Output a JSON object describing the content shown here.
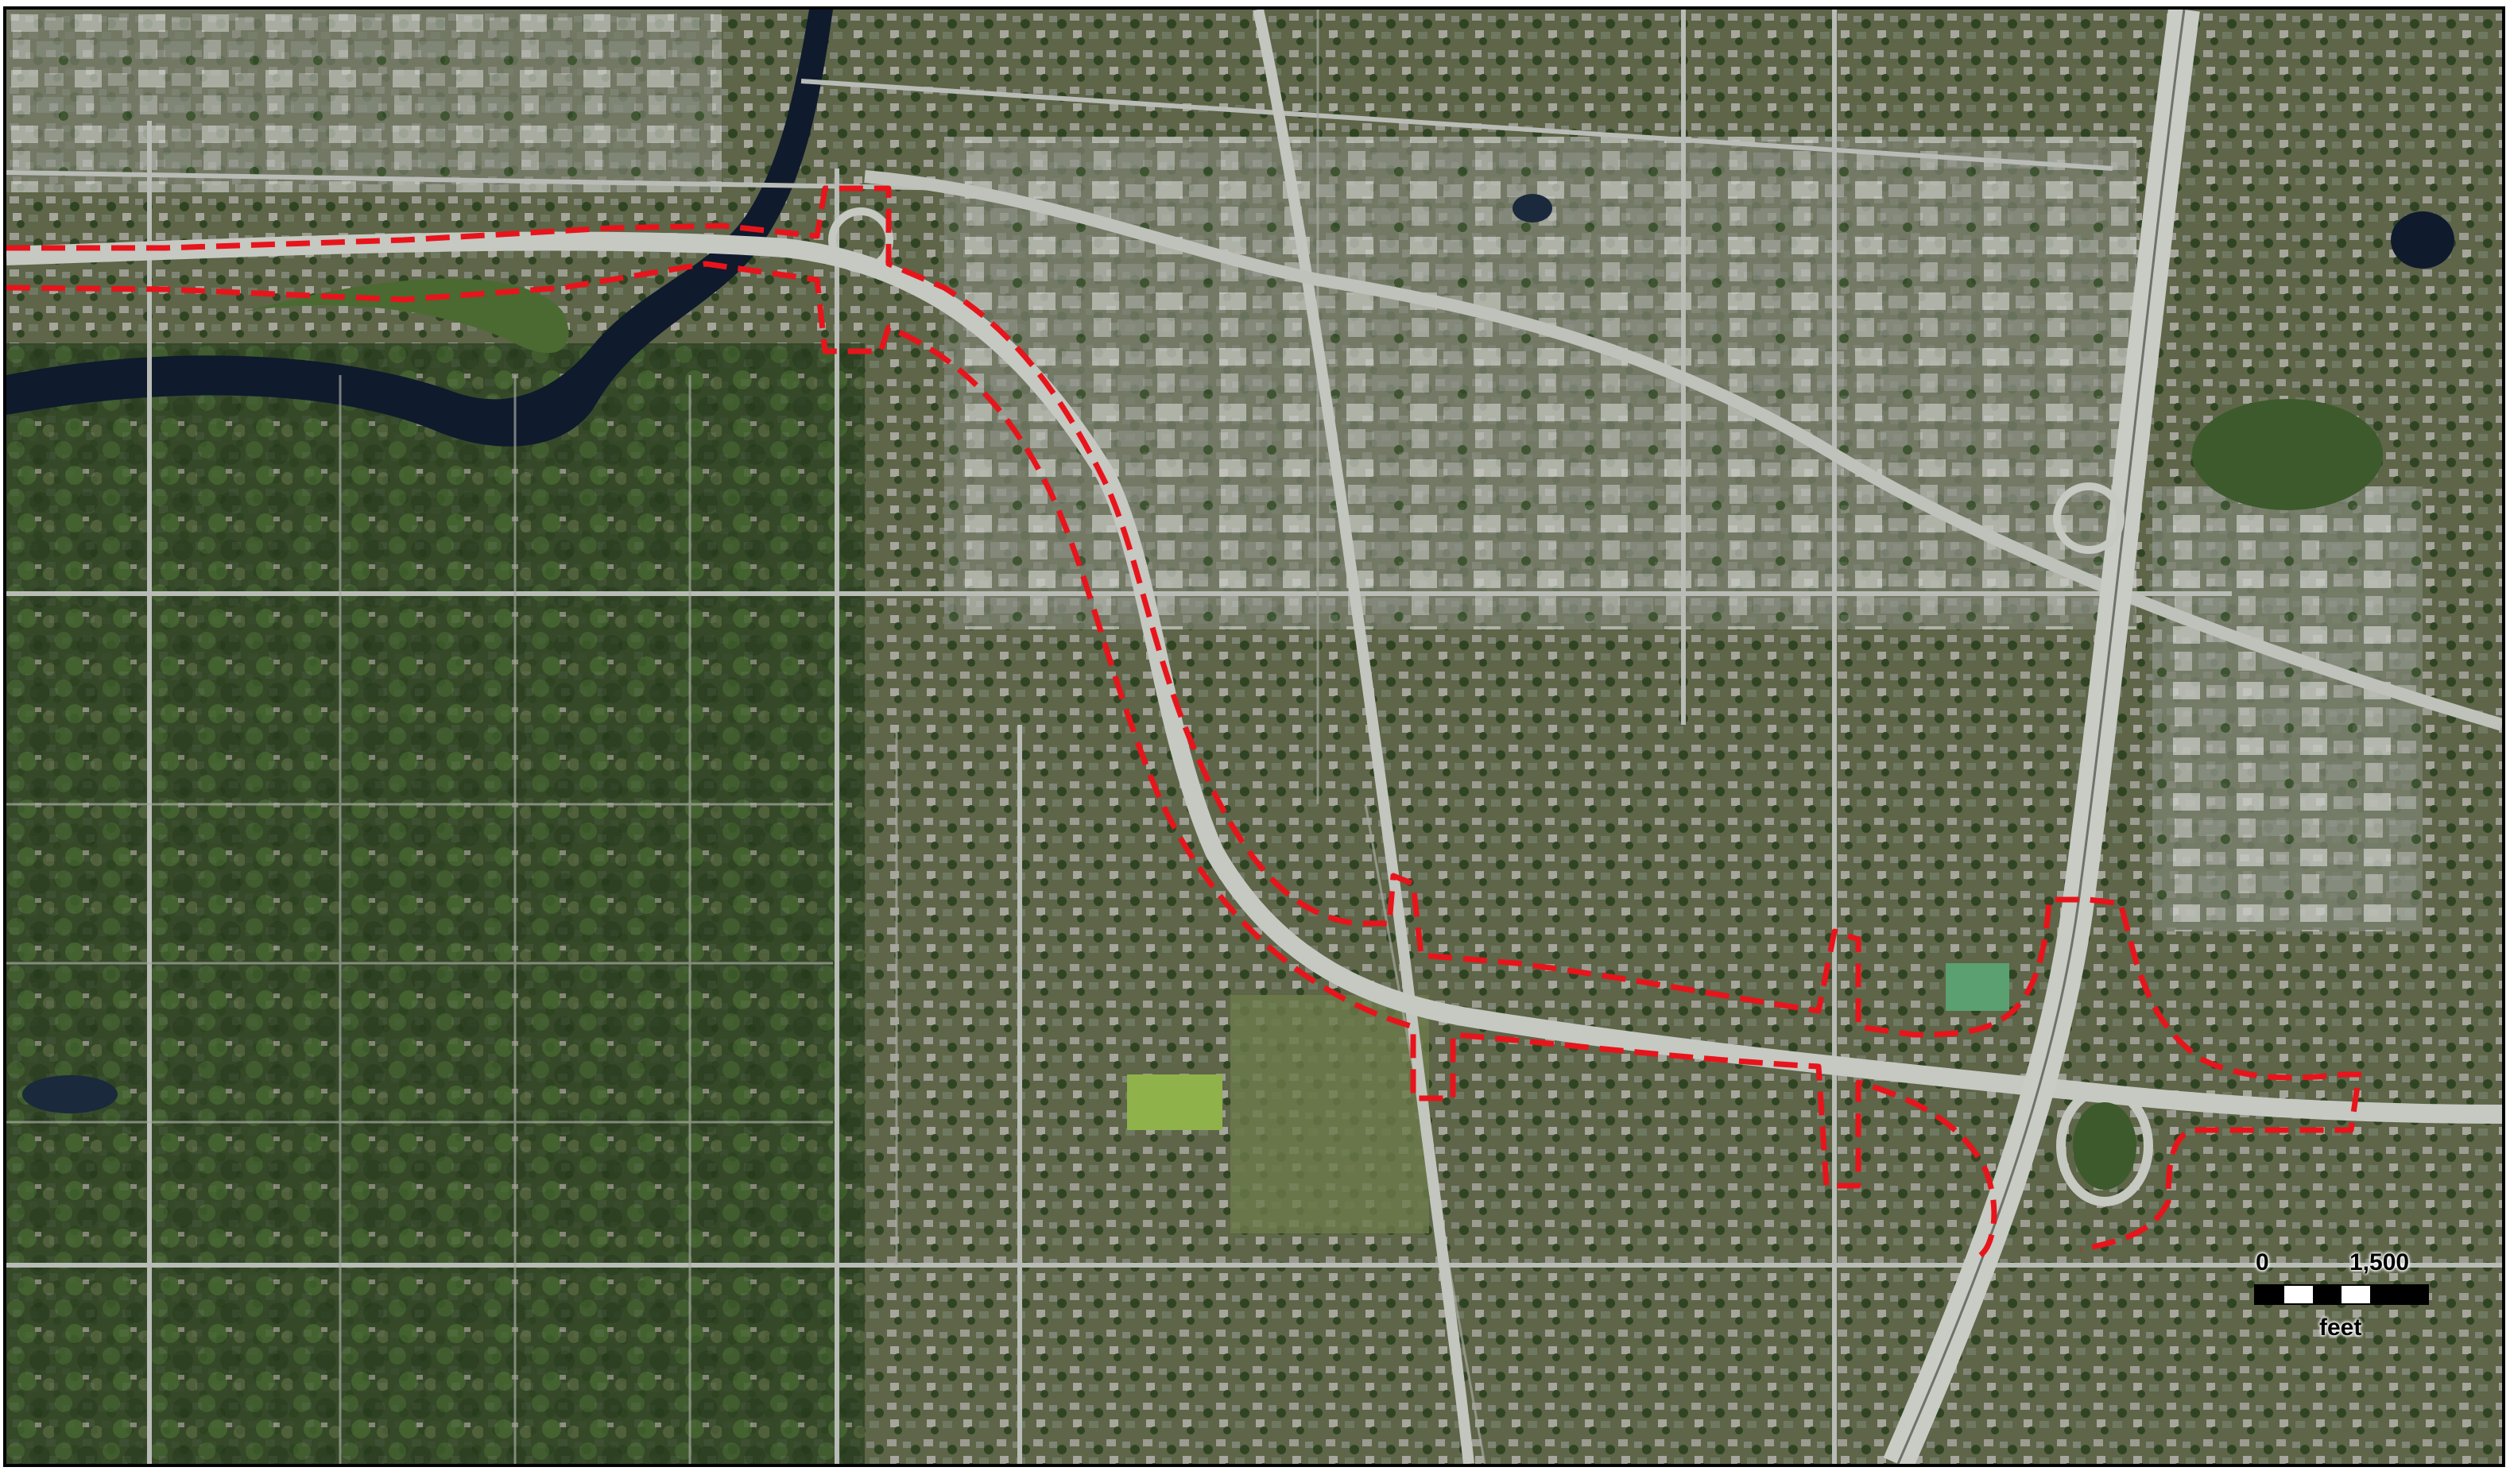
{
  "map": {
    "boundary_color": "#e8141c",
    "water_color": "#0f1a2d",
    "road_color": "#b9bcb6",
    "vegetation_color": "#3f5a2c",
    "urban_color": "#8e9187",
    "grass_color": "#8fb24a"
  },
  "scale_bar": {
    "zero_label": "0",
    "max_label": "1,500",
    "unit_label": "feet",
    "segment_colors": [
      "#000000",
      "#ffffff",
      "#000000",
      "#ffffff",
      "#000000",
      "#000000"
    ]
  }
}
